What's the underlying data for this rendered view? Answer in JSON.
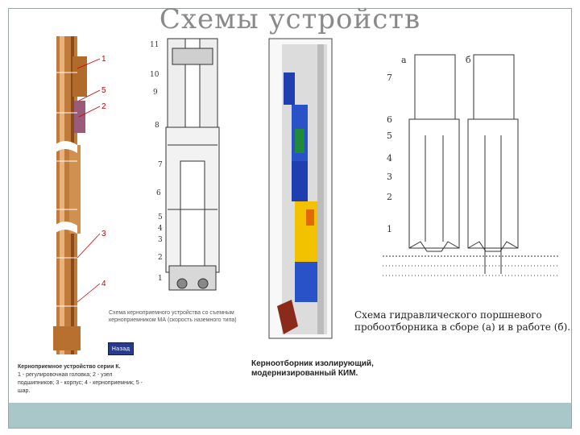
{
  "title": "Схемы устройств",
  "captions": {
    "fig1_line1": "Керноприемное устройство серии К.",
    "fig1_line2": "1 - регулировочная головка; 2 - узел подшипников; 3 - корпус; 4 - керноприемник; 5 - шар.",
    "fig2": "Схема керноприемного устройства со съемным керноприемником МА (скорость наземного типа)",
    "fig3": "Керноотборник изолирующий, модернизированный КИМ.",
    "fig4": "Схема гидравлического поршневого пробоотборника в сборе (а) и в работе (б)."
  },
  "nav_button": "Назад",
  "labels": {
    "fig1": [
      "1",
      "5",
      "2",
      "3",
      "4"
    ],
    "fig2": [
      "11",
      "10",
      "9",
      "8",
      "7",
      "6",
      "5",
      "4",
      "3",
      "2",
      "1"
    ],
    "fig4": [
      "7",
      "6",
      "5",
      "4",
      "3",
      "2",
      "1"
    ],
    "fig4_sub": [
      "а",
      "б"
    ]
  },
  "colors": {
    "footer": "#a9c7c9",
    "title": "#8a8a8a",
    "copper": "#c07a3a",
    "blue": "#1f3fb0",
    "yellow": "#f2c200",
    "green": "#1f8a3a"
  }
}
